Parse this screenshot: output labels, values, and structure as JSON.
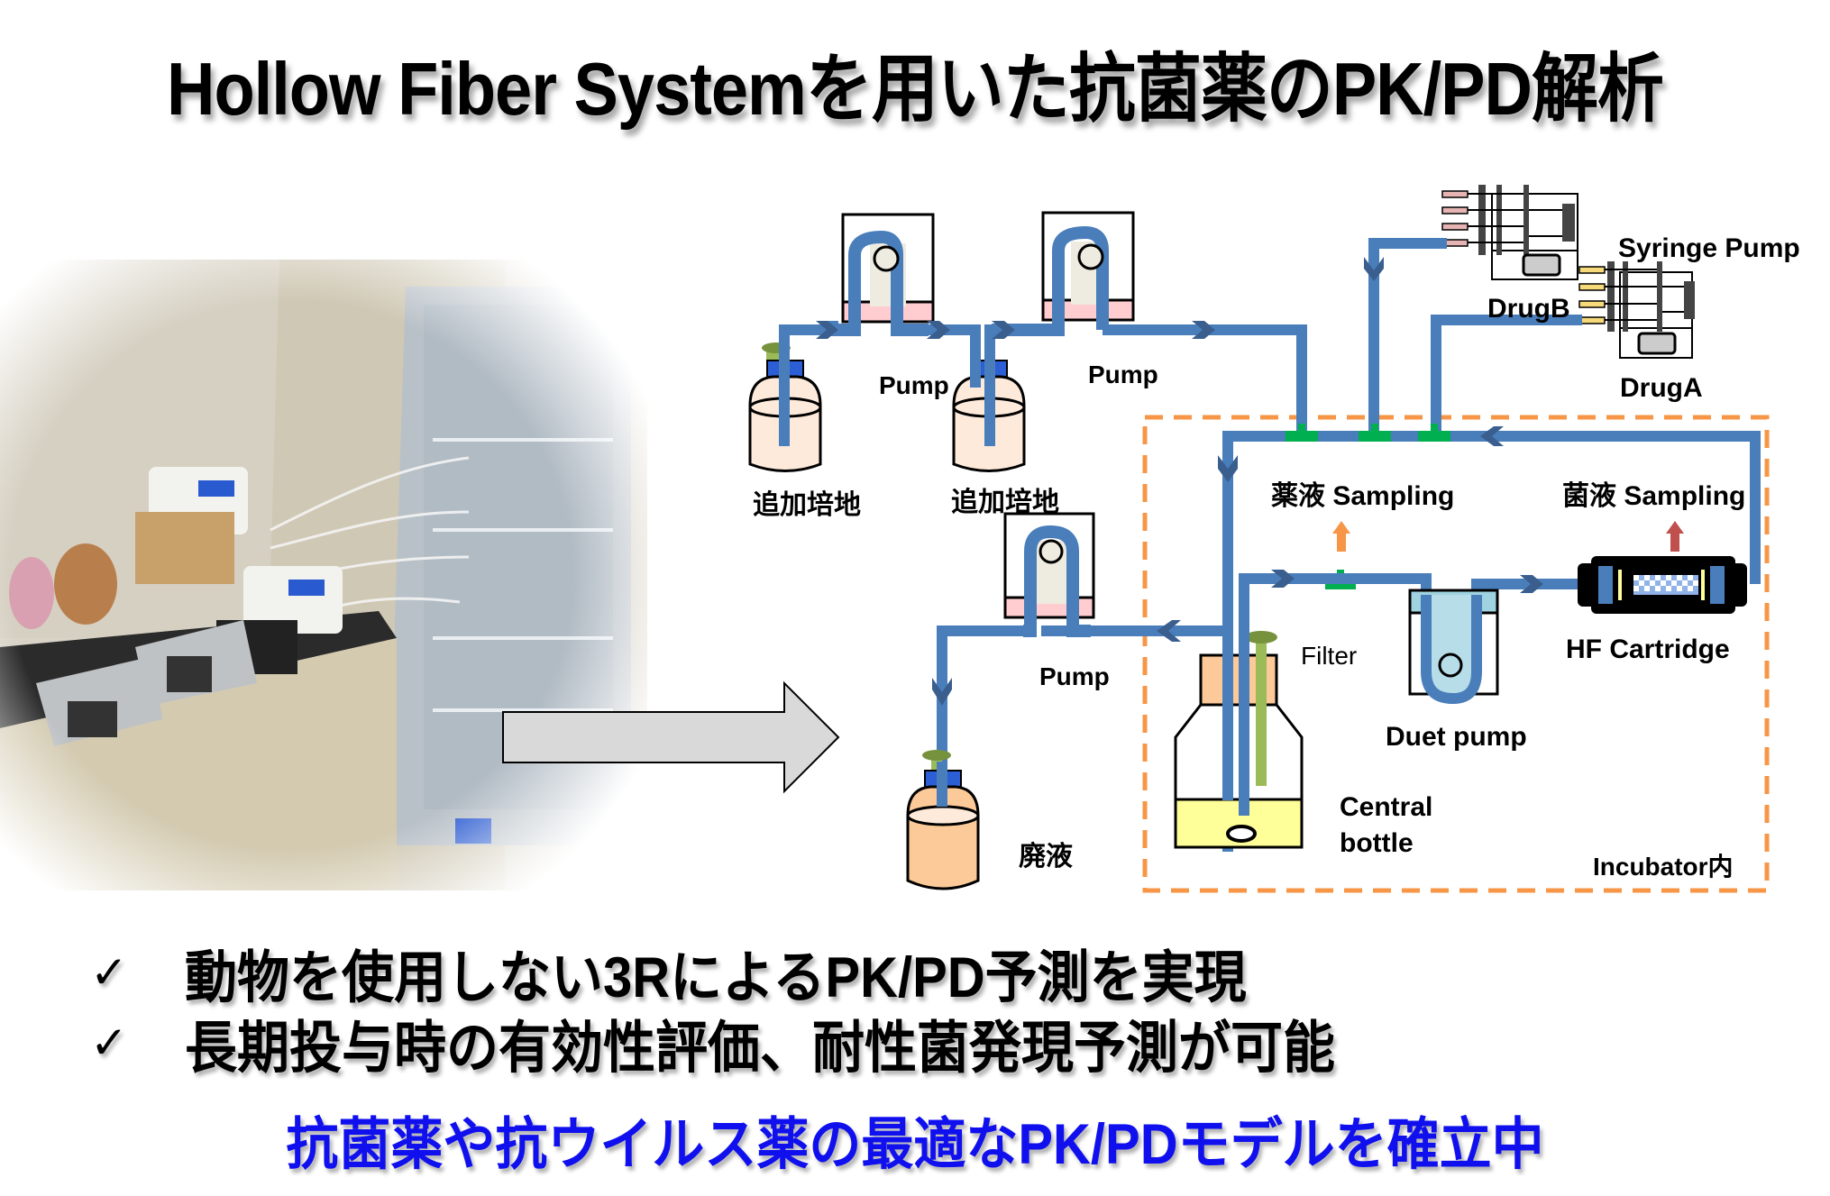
{
  "title": "Hollow Fiber Systemを用いた抗菌薬のPK/PD解析",
  "photo": {
    "description": "Laboratory photo: peristaltic pumps, syringe pumps, bottles and tubing connected to an incubator"
  },
  "diagram": {
    "labels": {
      "pump_1": "Pump",
      "pump_2": "Pump",
      "pump_waste": "Pump",
      "medium_1": "追加培地",
      "medium_2": "追加培地",
      "waste": "廃液",
      "syringe_pump": "Syringe Pump",
      "drug_b": "DrugB",
      "drug_a": "DrugA",
      "drug_sampling": "薬液 Sampling",
      "bacteria_sampling": "菌液 Sampling",
      "filter": "Filter",
      "duet_pump": "Duet pump",
      "hf_cartridge": "HF Cartridge",
      "central_bottle_line1": "Central",
      "central_bottle_line2": "bottle",
      "incubator": "Incubator内"
    },
    "colors": {
      "tube": "#4a7ebb",
      "tube_arrow": "#3a5f8f",
      "incubator_border": "#f79646",
      "junction": "#00b050",
      "medium_fill": "#fdeada",
      "waste_fill": "#fcc998",
      "central_fill": "#ffff99",
      "pump_base": "#ffccd0",
      "duet_base": "#9fd3e0",
      "drug_sampling_arrow": "#f79646",
      "bacteria_sampling_arrow": "#c0504d"
    }
  },
  "bullets": [
    {
      "check": "✓",
      "text": "動物を使用しない3RによるPK/PD予測を実現"
    },
    {
      "check": "✓",
      "text": "長期投与時の有効性評価、耐性菌発現予測が可能"
    }
  ],
  "conclusion": "抗菌薬や抗ウイルス薬の最適なPK/PDモデルを確立中"
}
